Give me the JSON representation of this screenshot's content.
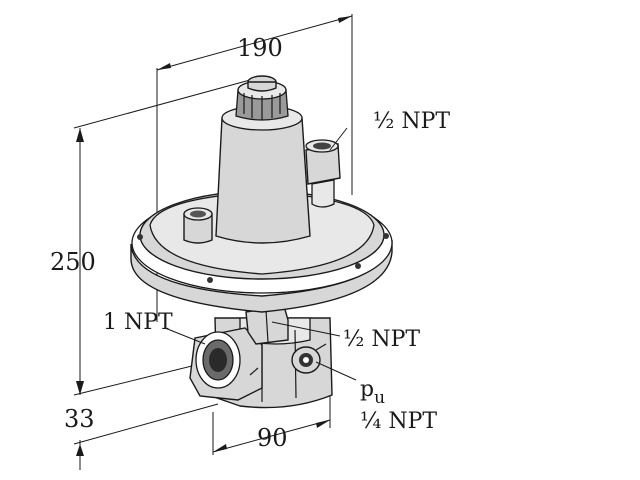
{
  "dimensions": {
    "width_top": "190",
    "height": "250",
    "base": "33",
    "width_bottom": "90"
  },
  "connections": {
    "inlet": "1 NPT",
    "top_port": "½ NPT",
    "side_port": "½ NPT",
    "pressure_symbol": "p",
    "pressure_subscript": "u",
    "pressure_port": "¼ NPT"
  }
}
